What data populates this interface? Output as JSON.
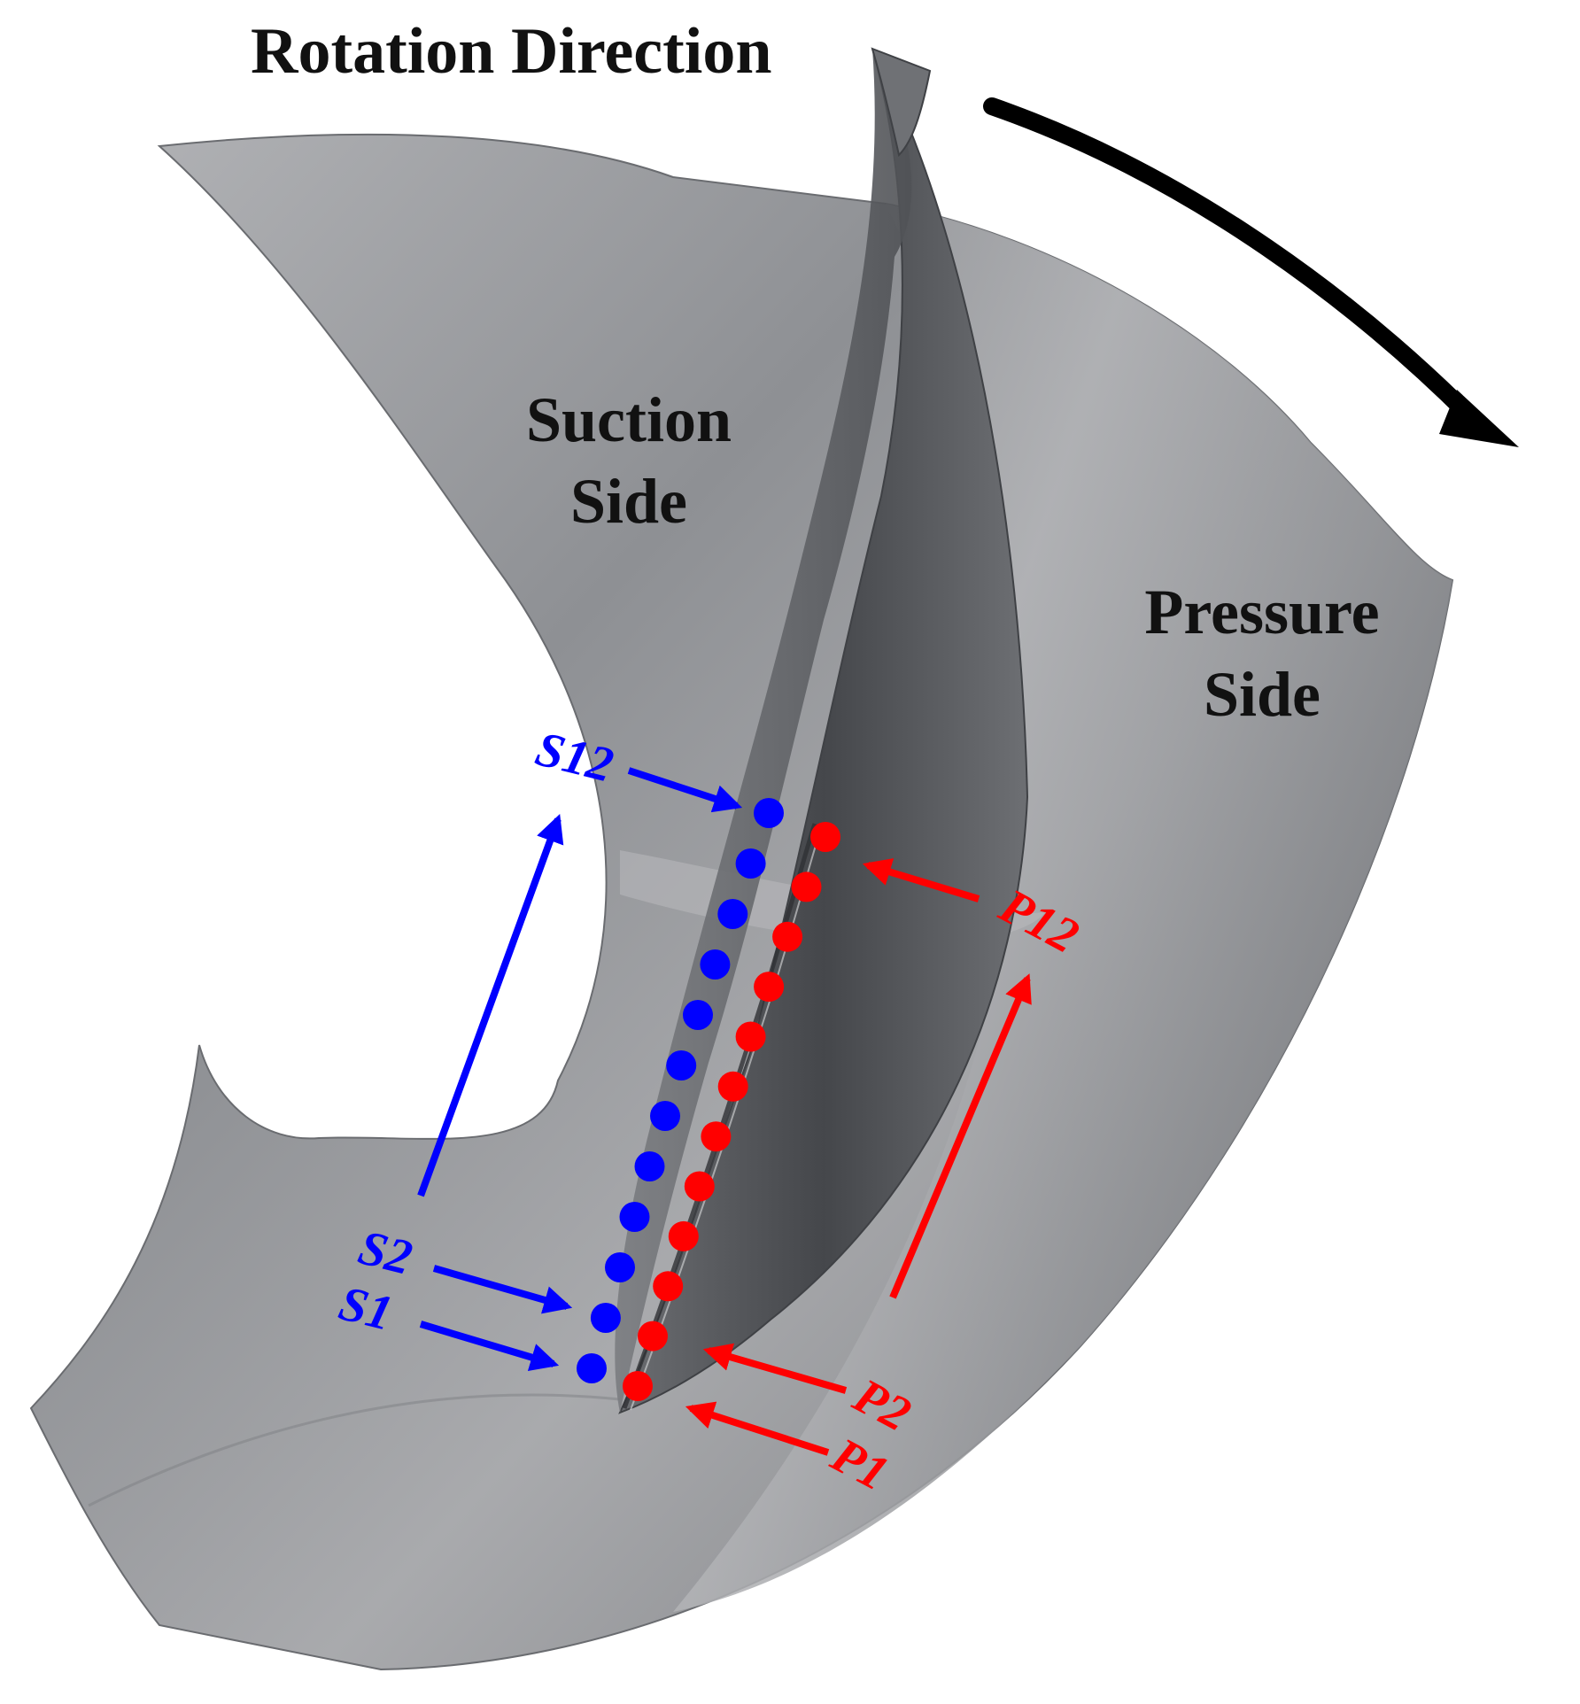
{
  "labels": {
    "rotation": "Rotation Direction",
    "suction_line1": "Suction",
    "suction_line2": "Side",
    "pressure_line1": "Pressure",
    "pressure_line2": "Side"
  },
  "suction_tags": {
    "first": "S1",
    "second": "S2",
    "last": "S12"
  },
  "pressure_tags": {
    "first": "P1",
    "second": "P2",
    "last": "P12"
  },
  "probe_counts": {
    "suction": 12,
    "pressure": 12
  },
  "colors": {
    "suction": "#0000ff",
    "pressure": "#ff0000",
    "label_text": "#111111",
    "rotation_arrow": "#000000",
    "surface": "#9a9b9e",
    "blade": "#5b5d61"
  }
}
